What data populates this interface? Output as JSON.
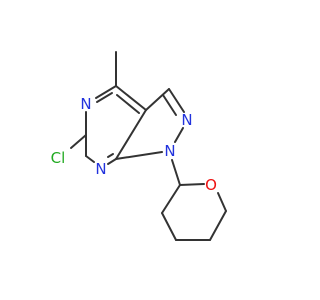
{
  "molecule": {
    "atoms": {
      "cl": {
        "label": "Cl",
        "color": "#22aa22"
      },
      "n_pyrimidine_upper": {
        "label": "N",
        "color": "#2233dd"
      },
      "n_pyrimidine_lower": {
        "label": "N",
        "color": "#2233dd"
      },
      "n_pyrazole_upper": {
        "label": "N",
        "color": "#2233dd"
      },
      "n_pyrazole_lower": {
        "label": "N",
        "color": "#2233dd"
      },
      "o_ring": {
        "label": "O",
        "color": "#ee1111"
      }
    },
    "bond_color": "#333333"
  }
}
